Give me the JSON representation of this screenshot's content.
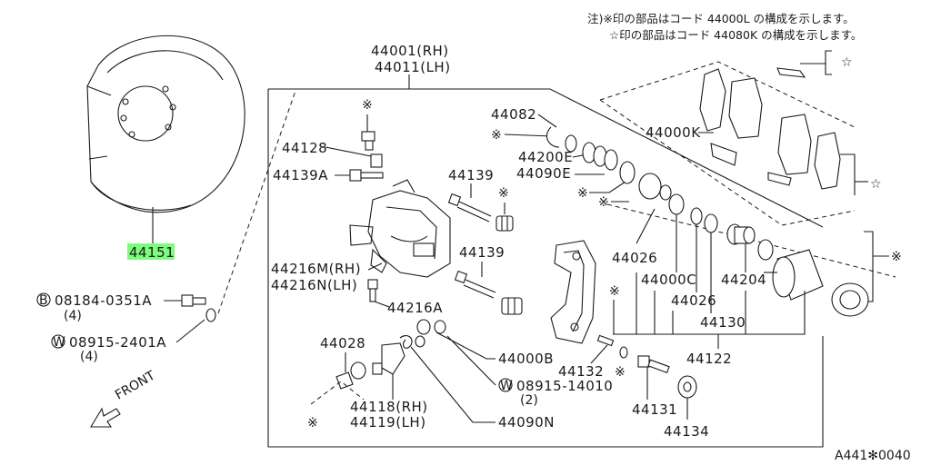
{
  "notes": {
    "line1": "注)※印の部品はコード 44000L の構成を示します。",
    "line2": "☆印の部品はコード 44080K の構成を示します。"
  },
  "labels": {
    "caliper_rh": "44001(RH)",
    "caliper_lh": "44011(LH)",
    "pad_kit": "44000K",
    "p44082": "44082",
    "p44200e": "44200E",
    "p44090e": "44090E",
    "p44128": "44128",
    "p44139a": "44139A",
    "p44139_top": "44139",
    "p44139_mid": "44139",
    "p44151": "44151",
    "p44216m": "44216M(RH)",
    "p44216n": "44216N(LH)",
    "p44216a": "44216A",
    "bolt_b": "08184-0351A",
    "bolt_b_qty": "(4)",
    "washer_w": "08915-2401A",
    "washer_w_qty": "(4)",
    "p44028": "44028",
    "p44118": "44118(RH)",
    "p44119": "44119(LH)",
    "p44090n": "44090N",
    "p44000b": "44000B",
    "p44132": "44132",
    "washer_w2": "08915-14010",
    "washer_w2_qty": "(2)",
    "p44026_a": "44026",
    "p44000c": "44000C",
    "p44026_b": "44026",
    "p44204": "44204",
    "p44130": "44130",
    "p44122": "44122",
    "p44131": "44131",
    "p44134": "44134",
    "front": "FRONT",
    "diagram_code": "A441✻0040"
  },
  "marks": {
    "kome": "※",
    "star": "☆",
    "b_circle": "B",
    "w_circle": "W"
  },
  "highlight_color": "#7CFC7C"
}
